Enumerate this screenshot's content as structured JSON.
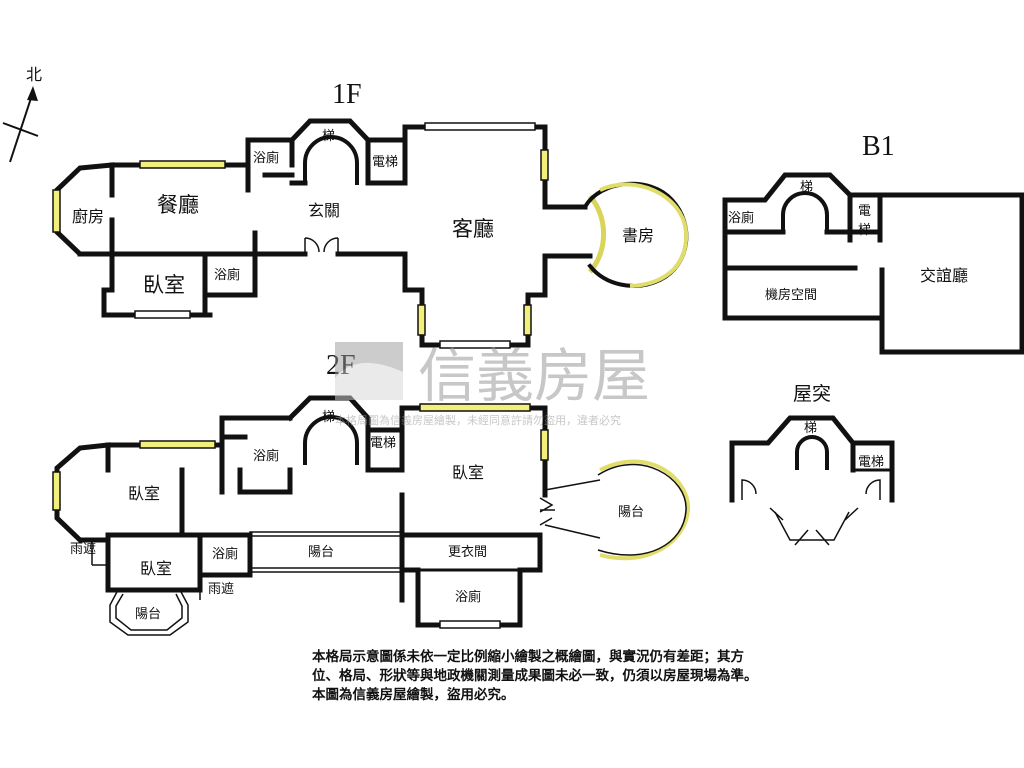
{
  "compass": {
    "label": "北"
  },
  "floors": {
    "f1": "1F",
    "b1": "B1",
    "f2": "2F",
    "roof": "屋突"
  },
  "rooms": {
    "f1": {
      "kitchen": "廚房",
      "dining": "餐廳",
      "bath_upper": "浴廁",
      "stair": "梯",
      "elevator": "電梯",
      "foyer": "玄關",
      "living": "客廳",
      "study": "書房",
      "bedroom": "臥室",
      "bath_lower": "浴廁"
    },
    "b1": {
      "bath": "浴廁",
      "stair": "梯",
      "elevator_1": "電",
      "elevator_2": "梯",
      "mechanical": "機房空間",
      "lounge": "交誼廳"
    },
    "f2": {
      "bedroom_left_upper": "臥室",
      "bath_upper": "浴廁",
      "stair": "梯",
      "elevator": "電梯",
      "bedroom_master": "臥室",
      "balcony_round": "陽台",
      "canopy_left": "雨遮",
      "bedroom_left_lower": "臥室",
      "bath_mid": "浴廁",
      "canopy_mid": "雨遮",
      "balcony_bay": "陽台",
      "balcony_center": "陽台",
      "closet": "更衣間",
      "bath_lower": "浴廁"
    },
    "roof": {
      "stair": "梯",
      "elevator": "電梯"
    }
  },
  "watermark": {
    "brand": "信義房屋",
    "notice": "本格局圖為信義房屋繪製，未經同意許請勿盜用，違者必究"
  },
  "disclaimer": [
    "本格局示意圖係未依一定比例縮小繪製之概繪圖，與實況仍有差距；其方",
    "位、格局、形狀等與地政機關測量成果圖未必一致，仍須以房屋現場為準。",
    "本圖為信義房屋繪製，盜用必究。"
  ]
}
